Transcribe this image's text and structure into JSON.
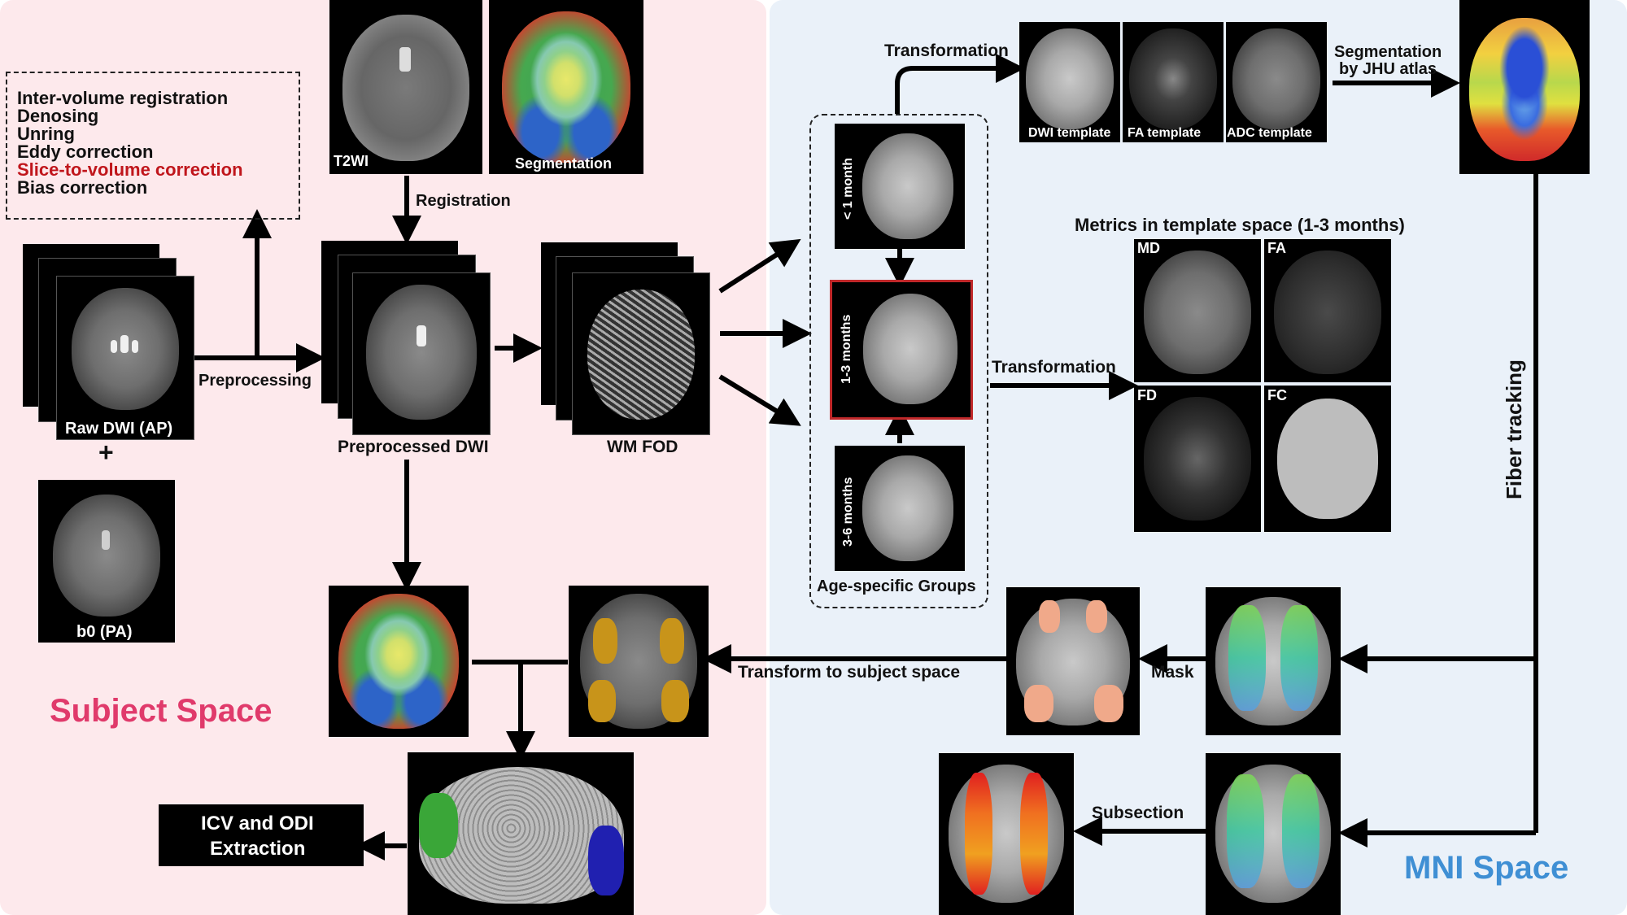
{
  "subject_space": {
    "title": "Subject Space",
    "title_color": "#e03a6b",
    "preproc_steps": [
      {
        "text": "Inter-volume registration",
        "color": "#111111"
      },
      {
        "text": "Denosing",
        "color": "#111111"
      },
      {
        "text": "Unring",
        "color": "#111111"
      },
      {
        "text": "Eddy correction",
        "color": "#111111"
      },
      {
        "text": "Slice-to-volume correction",
        "color": "#c0161c"
      },
      {
        "text": "Bias correction",
        "color": "#111111"
      }
    ],
    "raw_dwi_label": "Raw DWI (AP)",
    "plus": "+",
    "b0_label": "b0 (PA)",
    "preprocessing_label": "Preprocessing",
    "t2wi_label": "T2WI",
    "segmentation_label": "Segmentation",
    "registration_label": "Registration",
    "preprocessed_dwi_label": "Preprocessed DWI",
    "wm_fod_label": "WM FOD",
    "extraction_label_line1": "ICV and ODI",
    "extraction_label_line2": "Extraction"
  },
  "mni_space": {
    "title": "MNI Space",
    "title_color": "#3f8fd4",
    "transformation_top": "Transformation",
    "templates": [
      "DWI template",
      "FA template",
      "ADC template"
    ],
    "seg_jhu_line1": "Segmentation",
    "seg_jhu_line2": "by JHU atlas",
    "age_groups": [
      "< 1 month",
      "1-3 months",
      "3-6 months"
    ],
    "age_groups_caption": "Age-specific Groups",
    "metrics_title": "Metrics in template space (1-3 months)",
    "metrics": [
      "MD",
      "FA",
      "FD",
      "FC"
    ],
    "transformation_mid": "Transformation",
    "fiber_tracking": "Fiber tracking",
    "mask_label": "Mask",
    "transform_subject": "Transform to subject space",
    "subsection_label": "Subsection"
  }
}
